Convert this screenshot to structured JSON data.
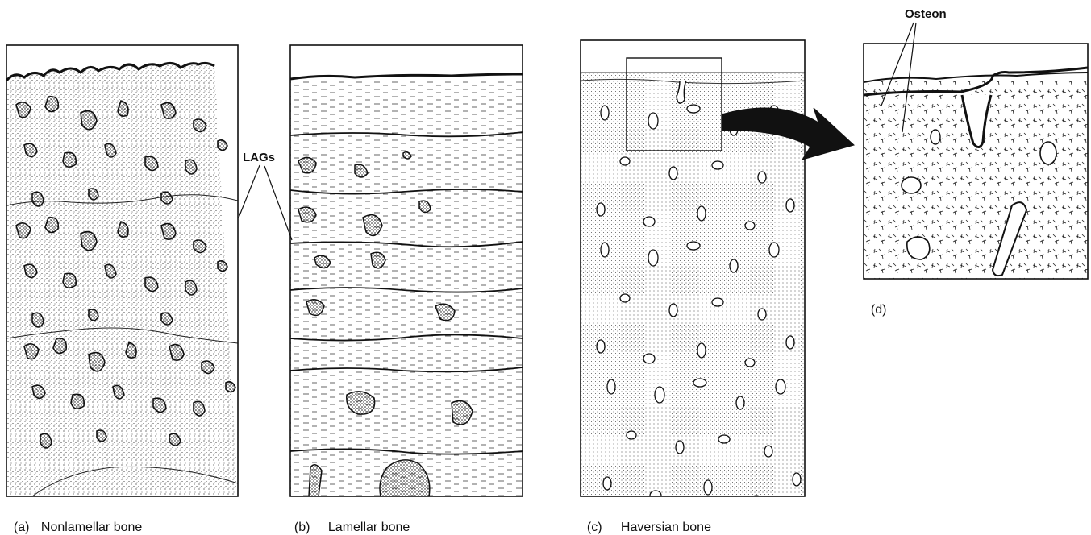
{
  "panels": [
    {
      "letter": "(a)",
      "title": "Nonlamellar bone"
    },
    {
      "letter": "(b)",
      "title": "Lamellar bone"
    },
    {
      "letter": "(c)",
      "title": "Haversian bone"
    },
    {
      "letter": "(d)",
      "title": ""
    }
  ],
  "annotations": {
    "lags": "LAGs",
    "osteon": "Osteon"
  },
  "colors": {
    "ink": "#111111",
    "paper": "#ffffff"
  }
}
